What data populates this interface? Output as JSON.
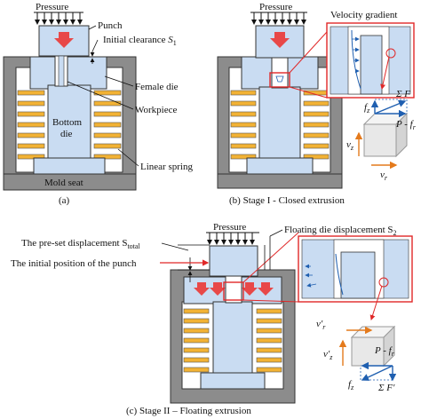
{
  "panel_a": {
    "pressure": "Pressure",
    "punch": "Punch",
    "initial_clearance": "Initial clearance",
    "clearance_symbol": "S",
    "clearance_sub": "1",
    "female_die": "Female die",
    "workpiece": "Workpiece",
    "bottom_die_line1": "Bottom",
    "bottom_die_line2": "die",
    "linear_spring": "Linear spring",
    "mold_seat": "Mold seat",
    "caption": "(a)"
  },
  "panel_b": {
    "pressure": "Pressure",
    "velocity_gradient": "Velocity gradient",
    "sum_f": "Σ F",
    "fz": "f",
    "fz_sub": "z",
    "p_minus_fr": "P - f",
    "p_minus_fr_sub": "r",
    "vz": "v",
    "vz_sub": "z",
    "vr": "v",
    "vr_sub": "r",
    "caption": "(b)  Stage I - Closed extrusion"
  },
  "panel_c": {
    "pressure": "Pressure",
    "preset_label": "The pre-set displacement S",
    "preset_sub": "total",
    "initial_position": "The initial position of the punch",
    "floating_label": "Floating die displacement S",
    "floating_sub": "2",
    "vr_prime": "v′",
    "vr_prime_sub": "r",
    "vz_prime": "v′",
    "vz_prime_sub": "z",
    "p_minus_fr": "P - f",
    "p_minus_fr_sub": "r",
    "fz": "f",
    "fz_sub": "z",
    "sum_f": "Σ F′",
    "caption": "(c)  Stage II  – Floating extrusion"
  },
  "colors": {
    "die_blue": "#c9dcf2",
    "die_blue_dark": "#b4cbe6",
    "housing_gray": "#8c8c8c",
    "spring_yellow": "#f2b234",
    "arrow_red": "#e84848",
    "highlight_red": "#e02828",
    "arrow_blue": "#1f5fb0",
    "arrow_orange": "#e47a1c"
  }
}
